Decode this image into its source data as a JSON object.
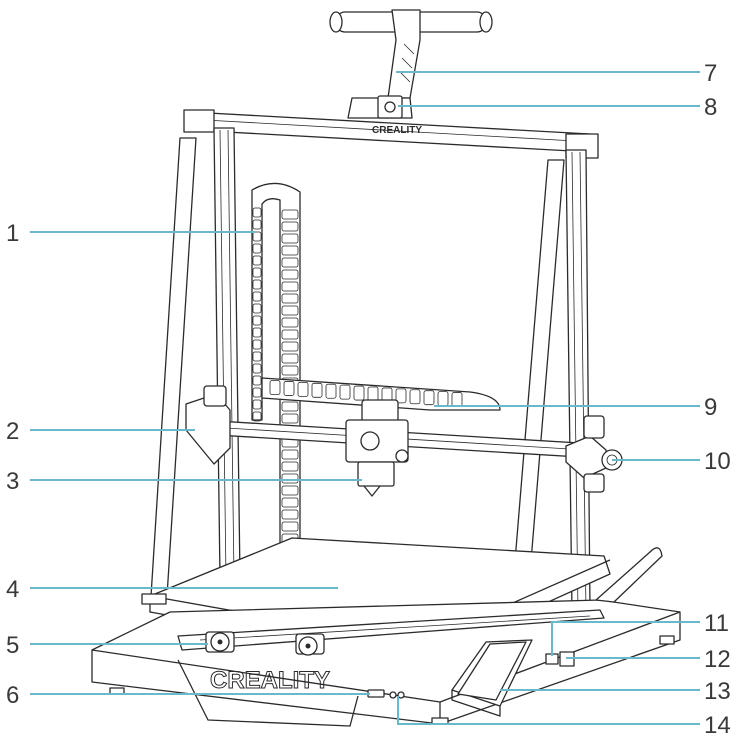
{
  "brand": {
    "logo_text": "CREALITY"
  },
  "callouts": [
    {
      "id": "1",
      "label": "1"
    },
    {
      "id": "2",
      "label": "2"
    },
    {
      "id": "3",
      "label": "3"
    },
    {
      "id": "4",
      "label": "4"
    },
    {
      "id": "5",
      "label": "5"
    },
    {
      "id": "6",
      "label": "6"
    },
    {
      "id": "7",
      "label": "7"
    },
    {
      "id": "8",
      "label": "8"
    },
    {
      "id": "9",
      "label": "9"
    },
    {
      "id": "10",
      "label": "10"
    },
    {
      "id": "11",
      "label": "11"
    },
    {
      "id": "12",
      "label": "12"
    },
    {
      "id": "13",
      "label": "13"
    },
    {
      "id": "14",
      "label": "14"
    }
  ],
  "colors": {
    "leader": "#6ab8cc",
    "linework": "#2b2b2b",
    "label": "#3a3a3a"
  }
}
